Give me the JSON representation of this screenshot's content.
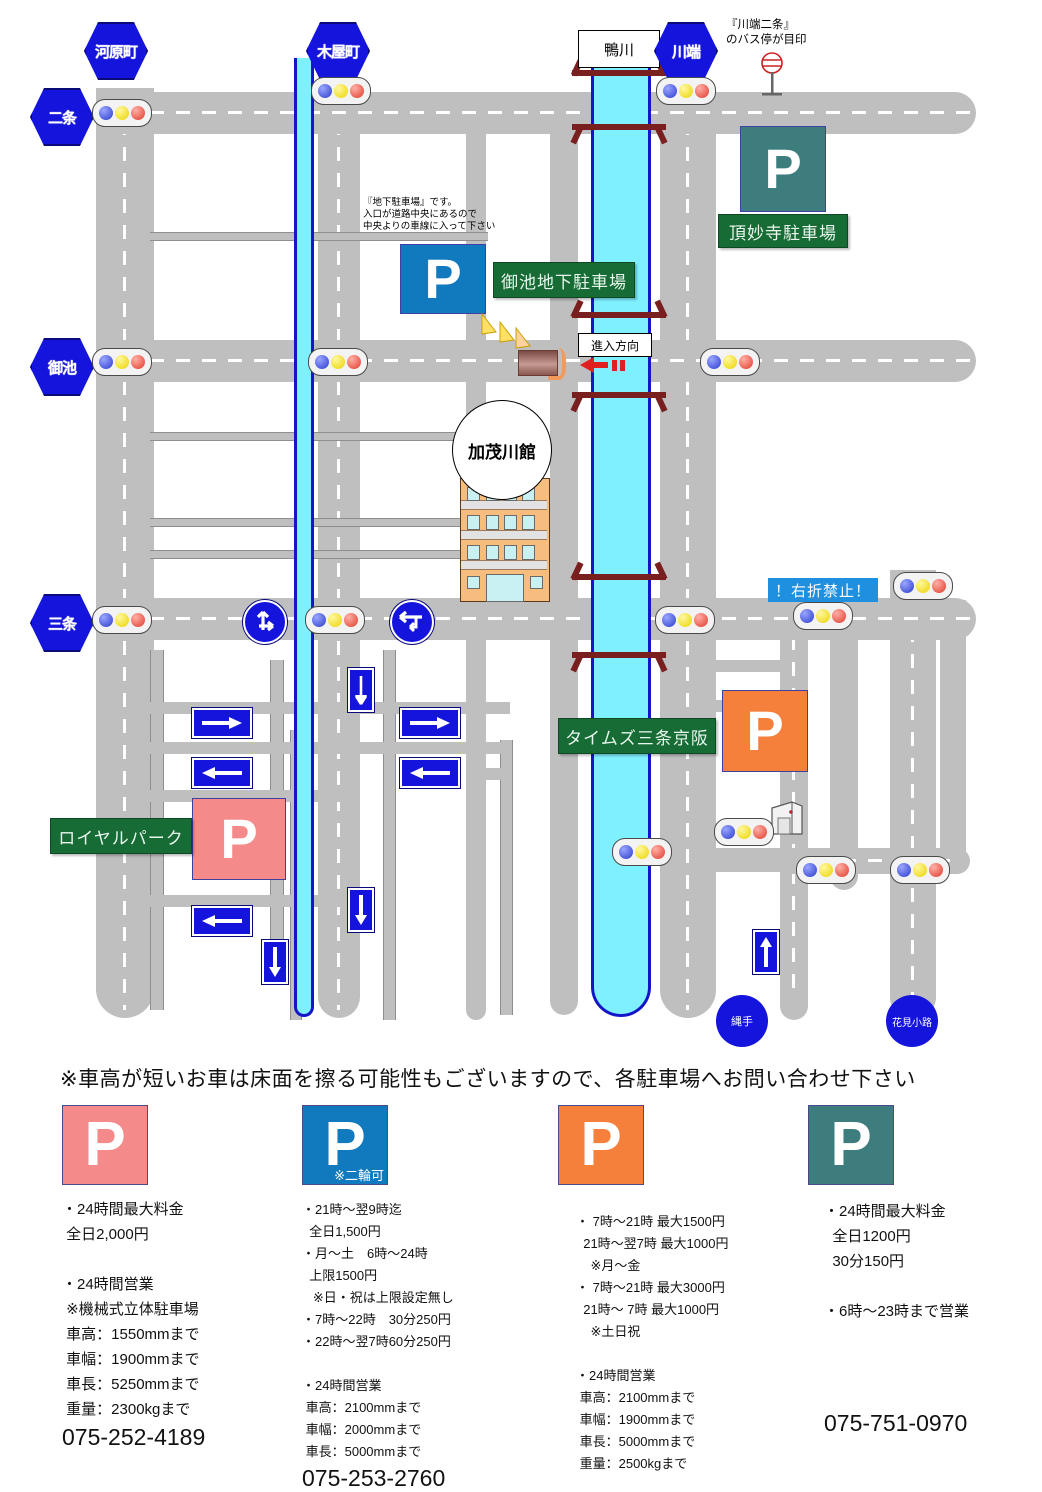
{
  "map": {
    "place_signs": [
      {
        "name": "kawaramachi",
        "label": "河原町"
      },
      {
        "name": "kiyamachi",
        "label": "木屋町"
      },
      {
        "name": "kawabata",
        "label": "川端"
      },
      {
        "name": "nijo",
        "label": "二条"
      },
      {
        "name": "oike",
        "label": "御池"
      },
      {
        "name": "sanjo",
        "label": "三条"
      }
    ],
    "circle_signs": [
      {
        "name": "nawate",
        "label": "縄手"
      },
      {
        "name": "hanamikoji",
        "label": "花見小路"
      }
    ],
    "river_label": "鴨川",
    "bus_stop_note": "『川端二条』\nのバス停が目印",
    "underground_note": "『地下駐車場』です。\n入口が道路中央にあるので\n中央よりの車線に入って下さい",
    "entrance_direction_label": "進入方向",
    "no_right_turn_label": "！右折禁止！",
    "hotel_balloon_label": "加茂川館",
    "parking_plates": [
      {
        "name": "chomyoji",
        "label": "頂妙寺駐車場",
        "color": "#3d7d7d"
      },
      {
        "name": "oike-underground",
        "label": "御池地下駐車場",
        "color": "#1179bd"
      },
      {
        "name": "times-sanjo-keihan",
        "label": "タイムズ三条京阪",
        "color": "#f4803c"
      },
      {
        "name": "royal-park",
        "label": "ロイヤルパーク",
        "color": "#f58a8a"
      }
    ],
    "p_letter": "P"
  },
  "legend": {
    "warning": "※車高が短いお車は床面を擦る可能性もございますので、各駐車場へお問い合わせ下さい",
    "p_letter": "P",
    "columns": [
      {
        "name": "royal-park",
        "color": "#f58a8a",
        "bike_note": "",
        "lines": "・24時間最大料金\n 全日2,000円\n\n・24時間営業\n ※機械式立体駐車場\n 車高：1550mmまで\n 車幅：1900mmまで\n 車長：5250mmまで\n 重量：2300kgまで",
        "phone": "075-252-4189"
      },
      {
        "name": "oike-underground",
        "color": "#1179bd",
        "bike_note": "※二輪可",
        "lines": "・21時～翌9時迄\n  全日1,500円\n・月～土　6時～24時\n  上限1500円\n   ※日・祝は上限設定無し\n・7時～22時　30分250円\n・22時～翌7時60分250円\n\n・24時間営業\n 車高：2100mmまで\n 車幅：2000mmまで\n 車長：5000mmまで",
        "phone": "075-253-2760"
      },
      {
        "name": "times-sanjo-keihan",
        "color": "#f4803c",
        "bike_note": "",
        "lines": "・ 7時～21時 最大1500円\n  21時～翌7時 最大1000円\n    ※月～金\n・ 7時～21時 最大3000円\n  21時～ 7時 最大1000円\n    ※土日祝\n\n・24時間営業\n 車高：2100mmまで\n 車幅：1900mmまで\n 車長：5000mmまで\n 重量：2500kgまで",
        "phone": ""
      },
      {
        "name": "chomyoji",
        "color": "#3d7d7d",
        "bike_note": "",
        "lines": "・24時間最大料金\n  全日1200円\n  30分150円\n\n・6時～23時まで営業",
        "phone": "075-751-0970"
      }
    ]
  }
}
